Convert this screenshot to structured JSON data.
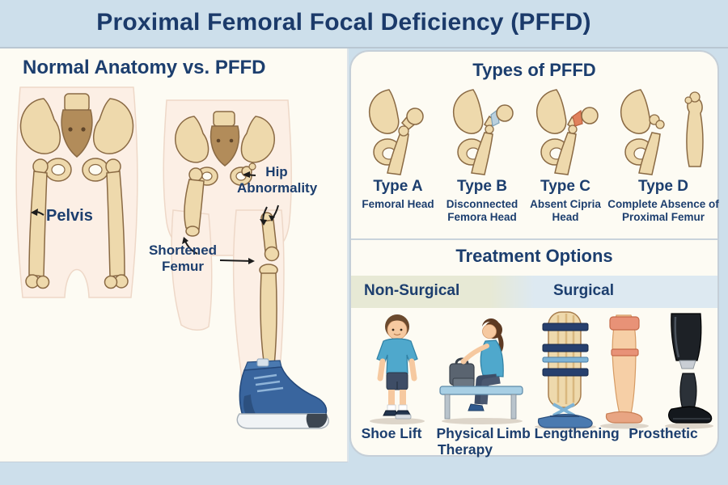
{
  "title": "Proximal Femoral Focal Deficiency (PFFD)",
  "left_panel": {
    "heading": "Normal Anatomy vs. PFFD",
    "labels": {
      "pelvis": "Pelvis",
      "hip_abnormality": "Hip Abnormality",
      "shortened_femur": "Shortened Femur"
    }
  },
  "types_panel": {
    "heading": "Types of PFFD",
    "types": [
      {
        "name": "Type A",
        "desc": "Femoral Head"
      },
      {
        "name": "Type B",
        "desc": "Disconnected Femora Head"
      },
      {
        "name": "Type C",
        "desc": "Absent Cipria Head"
      },
      {
        "name": "Type D",
        "desc": "Complete Absence of Proximal Femur"
      }
    ]
  },
  "treatment_panel": {
    "heading": "Treatment Options",
    "categories": {
      "non_surgical": "Non-Surgical",
      "surgical": "Surgical"
    },
    "treatments": [
      {
        "label": "Shoe Lift",
        "category": "non_surgical"
      },
      {
        "label": "Physical Therapy",
        "category": "non_surgical"
      },
      {
        "label": "Limb Lengthening",
        "category": "surgical"
      },
      {
        "label": "Prosthetic",
        "category": "surgical"
      }
    ]
  },
  "colors": {
    "background": "#cddfeb",
    "panel": "#fdfbf3",
    "heading_text": "#1c3e6e",
    "bone_fill": "#eed9ac",
    "bone_outline": "#8a6a44",
    "sacrum": "#b28c5a",
    "skin_silhouette": "#fcefe5",
    "cartilage_gap": "#b9d0de",
    "defect_gap": "#e0815c",
    "non_surgical_band": "#e7e9d5",
    "surgical_band": "#dde9f1"
  }
}
